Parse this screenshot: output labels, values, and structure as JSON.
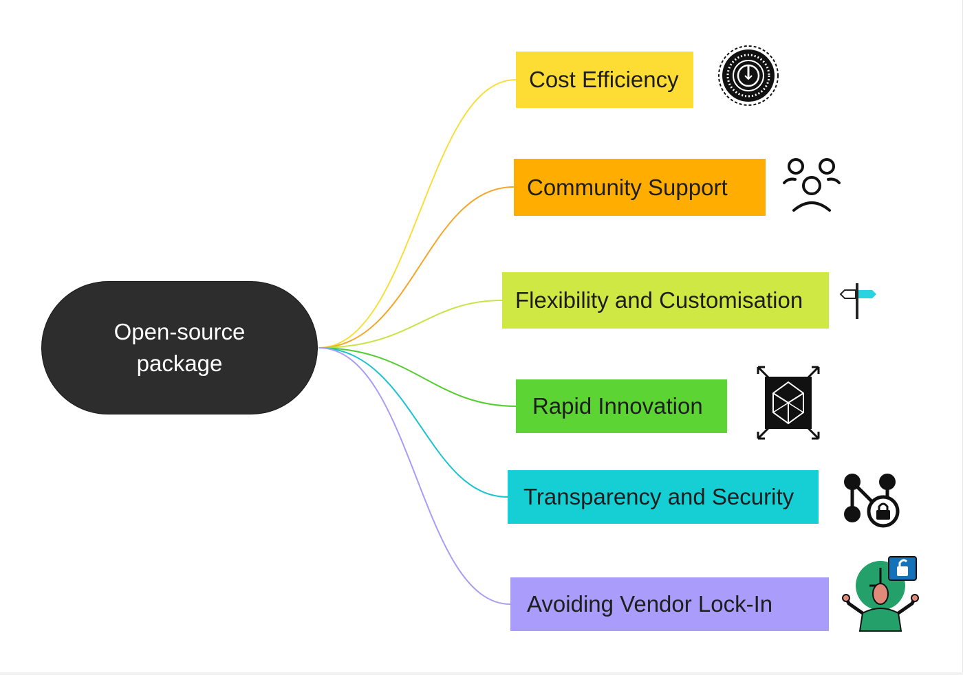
{
  "root": {
    "label": "Open-source package"
  },
  "branches": [
    {
      "label": "Cost Efficiency",
      "color": "#fddd33",
      "icon": "power-button-icon"
    },
    {
      "label": "Community Support",
      "color": "#ffad00",
      "icon": "community-people-icon"
    },
    {
      "label": "Flexibility and Customisation",
      "color": "#cfe843",
      "icon": "signpost-icon"
    },
    {
      "label": "Rapid Innovation",
      "color": "#5bd434",
      "icon": "chip-innovation-icon"
    },
    {
      "label": "Transparency and Security",
      "color": "#15cfd5",
      "icon": "network-lock-icon"
    },
    {
      "label": "Avoiding Vendor Lock-In",
      "color": "#a99cfb",
      "icon": "person-unlock-icon"
    }
  ],
  "link_colors": [
    "#f8de3a",
    "#f3a72a",
    "#c9e34a",
    "#55cc30",
    "#19c3cf",
    "#a99cf5"
  ],
  "icon_accent": {
    "teal": "#2ad4de",
    "green": "#24a06a",
    "blue": "#1672b8",
    "skin": "#e08a7a",
    "dark": "#111111"
  }
}
